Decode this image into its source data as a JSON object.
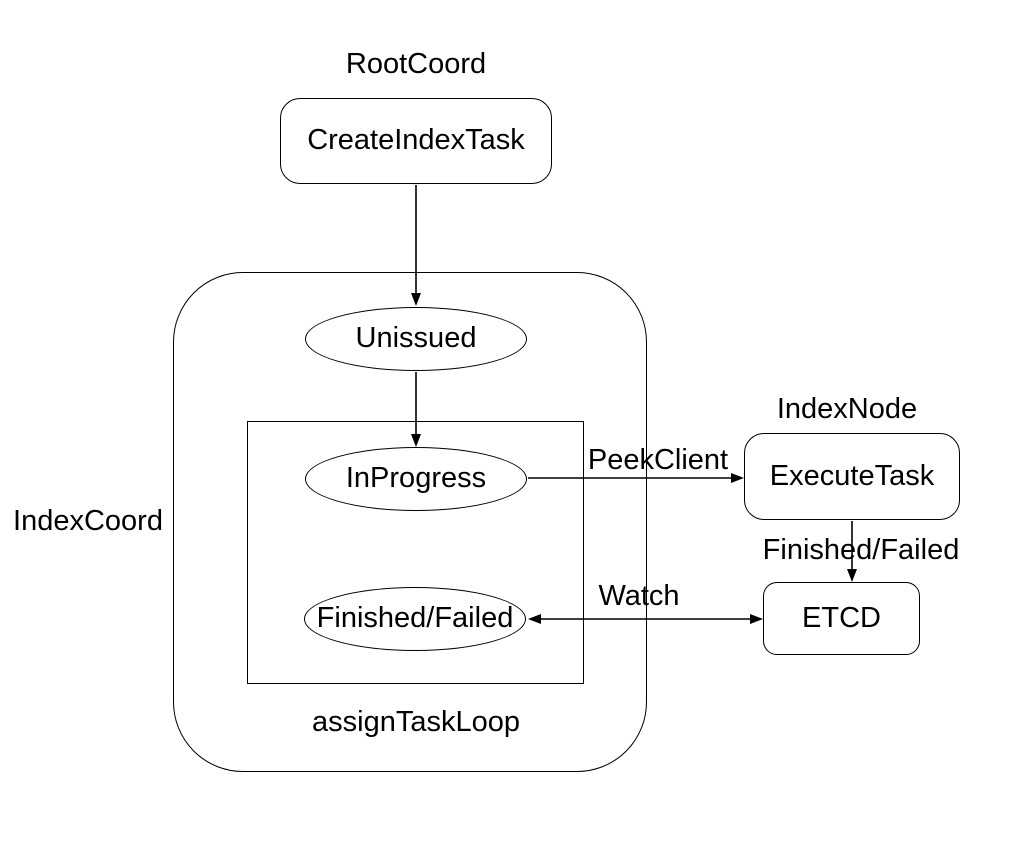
{
  "diagram": {
    "groups": {
      "root_coord_label": "RootCoord",
      "index_coord_label": "IndexCoord",
      "index_node_label": "IndexNode",
      "assign_task_loop_label": "assignTaskLoop"
    },
    "nodes": {
      "create_index_task": "CreateIndexTask",
      "unissued": "Unissued",
      "in_progress": "InProgress",
      "finished_failed": "Finished/Failed",
      "execute_task": "ExecuteTask",
      "etcd": "ETCD"
    },
    "edge_labels": {
      "peek_client": "PeekClient",
      "execute_result": "Finished/Failed",
      "watch": "Watch"
    },
    "colors": {
      "stroke": "#000000",
      "node_fill": "#ffffff",
      "background": "#ffffff"
    }
  }
}
